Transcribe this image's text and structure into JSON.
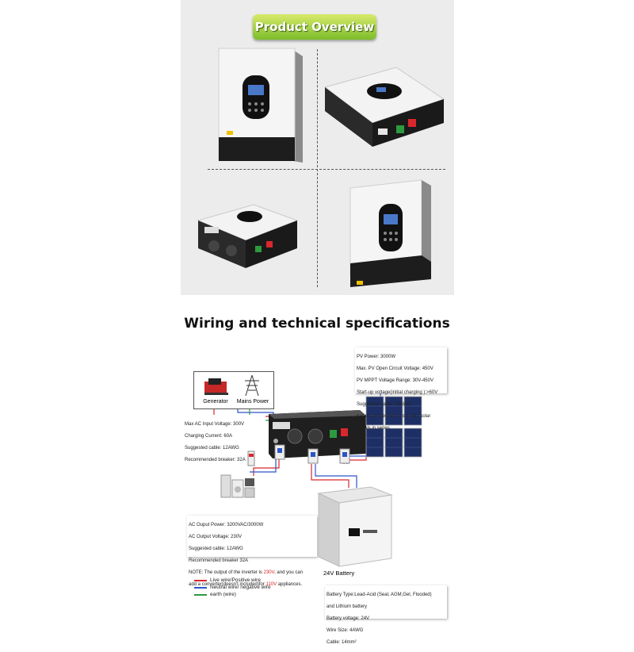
{
  "overview": {
    "banner_title": "Product Overview"
  },
  "wiring": {
    "title": "Wiring and technical specifications",
    "source_labels": {
      "generator": "Generator",
      "mains": "Mains Power"
    },
    "pv_specs": {
      "line1": "PV Power: 3000W",
      "line2": " Max. PV Open Circuit Voltage: 450V",
      "line3": "PV MPPT Voltage Range: 30V-450V",
      "line4": "Start-up voltage(initial charging ):>60V",
      "line5": "Suggested cable: 16AWG",
      "line6": "It is recommended to connect solar",
      "line7": "panels in series"
    },
    "ac_input_specs": {
      "line1": "Max AC Input Voltage: 300V",
      "line2": "Charging Current: 60A",
      "line3": "Suggested cable: 12AWG",
      "line4": "Recommended breaker: 32A"
    },
    "ac_output_specs": {
      "line1": "AC Ouput Power: 3200VAC/3000W",
      "line2": "AC Output Voltage: 230V",
      "line3": "Suggested cable: 12AWG",
      "line4": "Recommended breaker 32A",
      "line5_a": "NOTE: The output of the inverter is ",
      "line5_b": "230V",
      "line5_c": ", and you can",
      "line6_a": "add a converter(doesn't included)for ",
      "line6_b": "110V",
      "line6_c": " appliances."
    },
    "battery_label": "24V Battery",
    "battery_specs": {
      "line1": "Battery Type:Lead-Acid (Seal, AGM,Gel, Flooded)",
      "line2": "and Lithium battery",
      "line3": "Battery voltage: 24V",
      "line4": "Wire Size: 4AWG",
      "line5": "Cable: 14mm²"
    },
    "legend": [
      {
        "label": "Live wire/Positive wire",
        "color": "#d9272e"
      },
      {
        "label": "Neutral wire/ negative wire",
        "color": "#2b55c9"
      },
      {
        "label": "earth (wire)",
        "color": "#2e9a3d"
      }
    ]
  }
}
